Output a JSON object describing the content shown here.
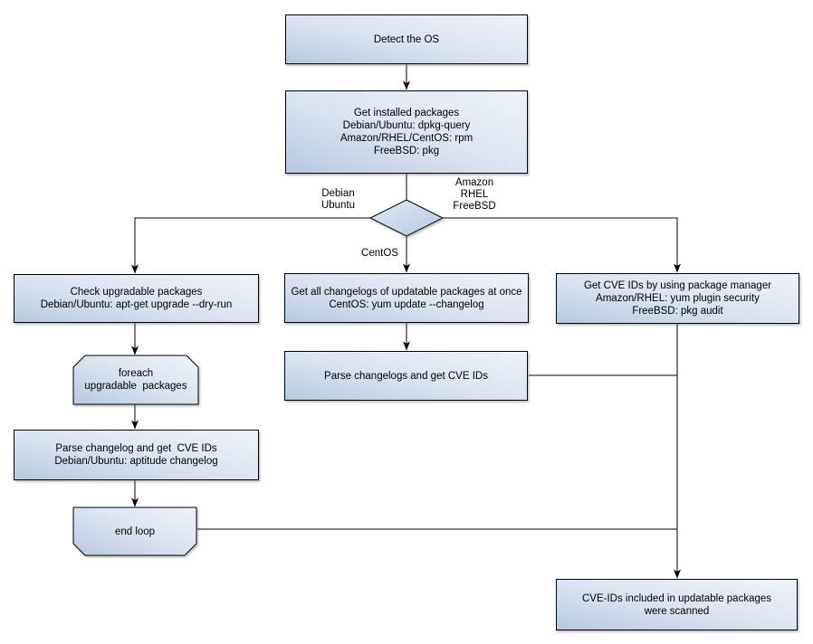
{
  "colors": {
    "node_fill_dark": "#b7c9e0",
    "node_fill_light": "#eef3fa",
    "node_border": "#000000",
    "diamond_light": "#dfe8f4",
    "diamond_dark": "#b3c7e1",
    "connector": "#000000",
    "background": "#ffffff",
    "text": "#000000"
  },
  "nodes": {
    "detect_os": {
      "lines": [
        "Detect the OS"
      ]
    },
    "get_installed_packages": {
      "lines": [
        "Get installed packages",
        "Debian/Ubuntu: dpkg-query",
        "Amazon/RHEL/CentOS: rpm",
        "FreeBSD: pkg"
      ]
    },
    "check_upgradable_packages": {
      "lines": [
        "Check upgradable packages",
        "Debian/Ubuntu: apt-get upgrade --dry-run"
      ]
    },
    "get_all_changelogs": {
      "lines": [
        "Get all changelogs of updatable packages at once",
        "CentOS: yum update --changelog"
      ]
    },
    "get_cve_ids_package_manager": {
      "lines": [
        "Get CVE IDs by using package manager",
        "Amazon/RHEL: yum plugin security",
        "FreeBSD: pkg audit"
      ]
    },
    "foreach_loop_start": {
      "lines": [
        "foreach",
        "upgradable  packages"
      ]
    },
    "parse_changelogs_once": {
      "lines": [
        "Parse changelogs and get CVE IDs"
      ]
    },
    "parse_changelog_each": {
      "lines": [
        "Parse changelog and get  CVE IDs",
        "Debian/Ubuntu: aptitude changelog"
      ]
    },
    "end_loop": {
      "lines": [
        "end loop"
      ]
    },
    "cve_ids_scanned": {
      "lines": [
        "CVE-IDs included in updatable packages",
        "were scanned"
      ]
    }
  },
  "edge_labels": {
    "debian_branch": {
      "lines": [
        "Debian",
        "Ubuntu"
      ]
    },
    "amazon_branch": {
      "lines": [
        "Amazon",
        "RHEL",
        "FreeBSD"
      ]
    },
    "centos_branch": {
      "lines": [
        "CentOS"
      ]
    }
  }
}
